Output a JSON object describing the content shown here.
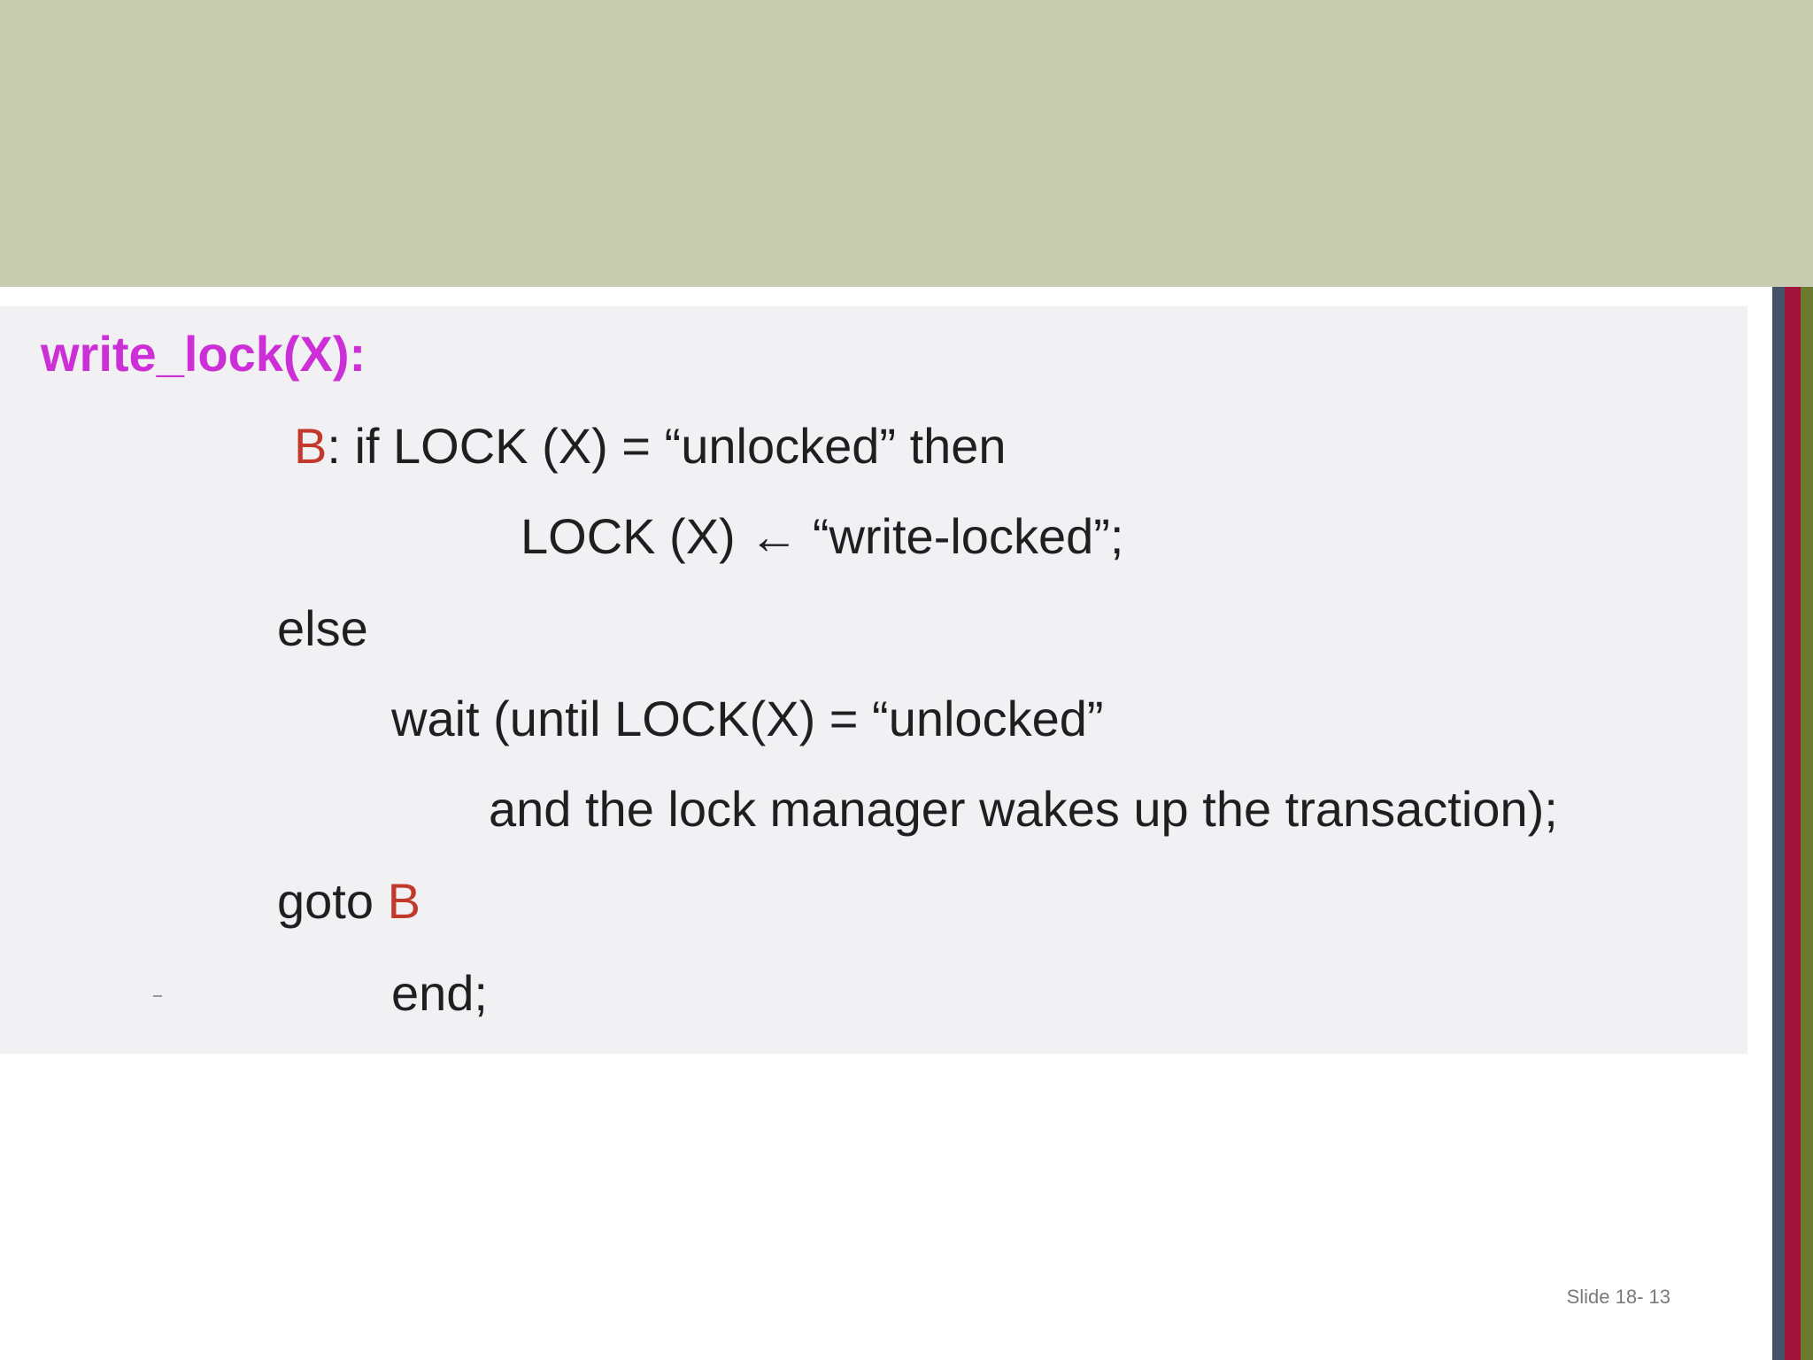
{
  "slide": {
    "colors": {
      "header_band": "#c8cdb2",
      "code_background": "#f1f0f2",
      "title_magenta": "#cc2fd6",
      "label_red": "#c0392b",
      "stripe_navy": "#44546a",
      "stripe_crimson": "#a0143c",
      "stripe_olive": "#6b7a2f"
    },
    "code": {
      "title": "write_lock(X):",
      "line1_label": "B",
      "line1_rest": ": if LOCK (X) = “unlocked” then",
      "line2": "LOCK (X) ← “write-locked”;",
      "line3": "else",
      "line4": "wait (until LOCK(X) = “unlocked”",
      "line5": "and the lock manager wakes up the transaction);",
      "line6_prefix": "goto ",
      "line6_label": "B",
      "line7": "end;"
    },
    "footer": {
      "slide_number": "Slide 18- 13"
    }
  }
}
